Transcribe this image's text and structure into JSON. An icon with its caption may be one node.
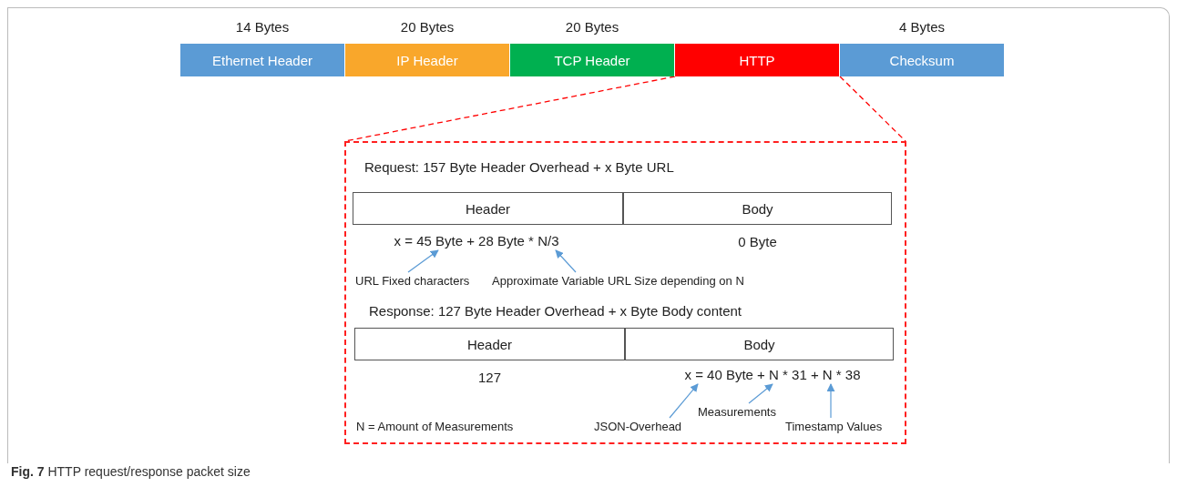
{
  "diagram": {
    "caption": "**Fig. 7** HTTP request/response packet size",
    "nodes": [
      {
        "text": [
          "Ethernet Header"
        ],
        "beside": [
          "14 Bytes"
        ]
      },
      {
        "text": [
          "IP Header"
        ],
        "beside": [
          "20 Bytes"
        ]
      },
      {
        "text": [
          "TCP Header"
        ],
        "beside": [
          "20 Bytes"
        ]
      },
      {
        "text": [
          "HTTP"
        ]
      },
      {
        "text": [
          "Checksum"
        ],
        "beside": [
          "4 Bytes"
        ]
      },
      {
        "text": [],
        "shape": "box"
      },
      {
        "text": [
          "Header"
        ],
        "in": 5
      },
      {
        "text": [
          "Body"
        ],
        "in": 5,
        "beside": [
          "0 Byte"
        ]
      },
      {
        "text": [
          "x = 45 Byte + 28 Byte * N/3"
        ],
        "in": 5
      },
      {
        "text": [
          "URL Fixed characters"
        ],
        "in": 5
      },
      {
        "text": [
          "Approximate Variable URL Size depending on N"
        ],
        "in": 5
      },
      {
        "text": [
          "Header"
        ],
        "in": 5,
        "beside": [
          "127"
        ]
      },
      {
        "text": [
          "Body"
        ],
        "in": 5
      },
      {
        "text": [
          "x = 40 Byte + N * 31 + N * 38"
        ],
        "in": 5
      },
      {
        "text": [
          "JSON-Overhead"
        ],
        "in": 5
      },
      {
        "text": [
          "Measurements"
        ],
        "in": 5
      },
      {
        "text": [
          "Timestamp Values"
        ],
        "in": 5
      }
    ],
    "edges": [
      {
        "from": 3,
        "to": 5,
        "arrow": "none",
        "style": "dashed",
        "color": "#ff0000"
      },
      {
        "from": 3,
        "to": 5,
        "arrow": "none",
        "style": "dashed",
        "color": "#ff0000"
      },
      {
        "from": 9,
        "to": 8,
        "arrow": "to"
      },
      {
        "from": 10,
        "to": 8,
        "arrow": "to"
      },
      {
        "from": 14,
        "to": 13,
        "arrow": "to"
      },
      {
        "from": 15,
        "to": 13,
        "arrow": "to"
      },
      {
        "from": 16,
        "to": 13,
        "arrow": "to"
      }
    ],
    "labels": [
      "Request: 157 Byte Header Overhead + x Byte URL",
      "Response: 127 Byte Header Overhead + x Byte Body content",
      "N = Amount of Measurements"
    ]
  }
}
